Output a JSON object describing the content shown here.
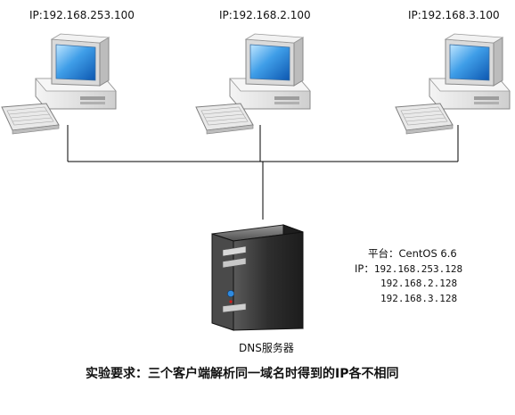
{
  "clients": [
    {
      "ip_label": "IP:192.168.253.100"
    },
    {
      "ip_label": "IP:192.168.2.100"
    },
    {
      "ip_label": "IP:192.168.3.100"
    }
  ],
  "server": {
    "name": "DNS服务器"
  },
  "info": {
    "platform_prefix": "平台：",
    "platform_value": "CentOS 6.6",
    "ip_prefix": "IP：",
    "ips": [
      "192.168.253.128",
      "192.168.2.128",
      "192.168.3.128"
    ]
  },
  "requirement": "实验要求：三个客户端解析同一域名时得到的IP各不相同",
  "colors": {
    "line": "#000000",
    "monitor_frame": "#e6e6e6",
    "screen_blue": "#1f7fd6",
    "server_body": "#3a3a3a",
    "power_led": "#2f8be0",
    "status_led": "#d21818"
  }
}
